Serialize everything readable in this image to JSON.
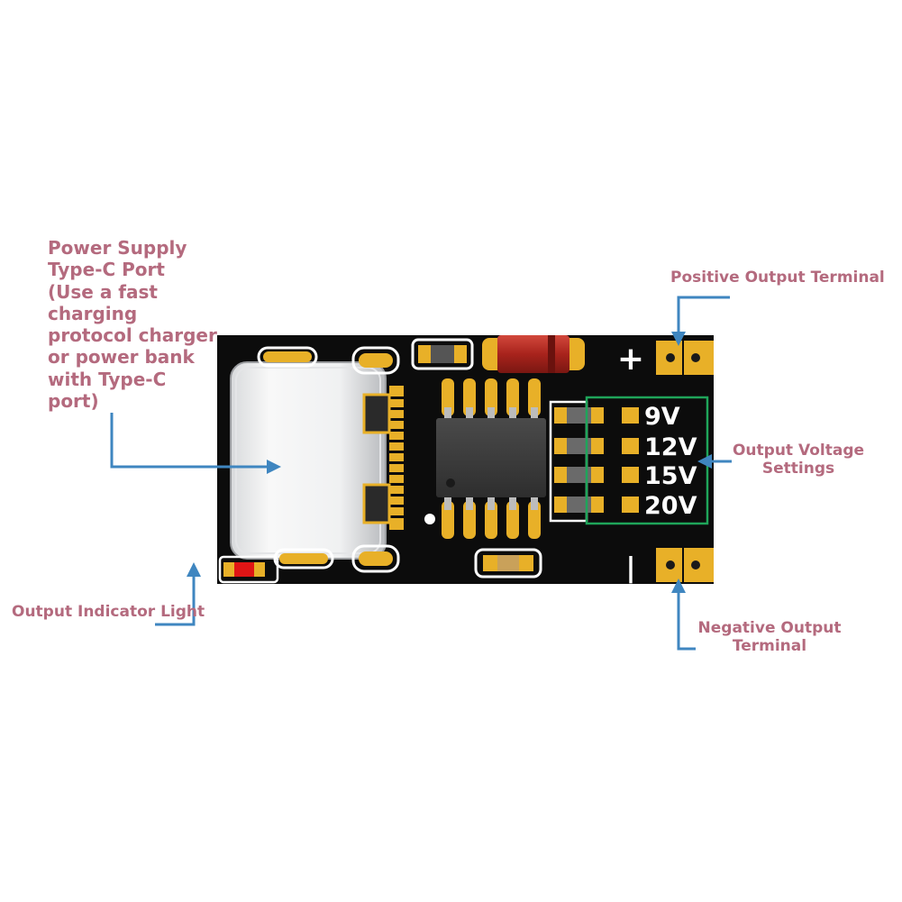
{
  "labels": {
    "power_supply": [
      "Power Supply",
      "Type-C Port",
      "(Use a fast",
      "charging",
      "protocol charger",
      "or power bank",
      "with Type-C",
      "port)"
    ],
    "positive_output": "Positive Output Terminal",
    "output_voltage": [
      "Output Voltage",
      "Settings"
    ],
    "negative_output": [
      "Negative Output",
      "Terminal"
    ],
    "indicator_light": "Output Indicator Light"
  },
  "board": {
    "plus_sign": "+",
    "minus_sign": "|",
    "voltages": [
      "9V",
      "12V",
      "15V",
      "20V"
    ]
  },
  "colors": {
    "label_text": "#b46a7e",
    "arrow": "#3f86c0",
    "pcb": "#0c0c0c",
    "gold_pad": "#e8b028",
    "silkscreen": "#ffffff",
    "voltage_box": "#1fa55a",
    "led": "#e01515",
    "diode": "#b3261e"
  }
}
